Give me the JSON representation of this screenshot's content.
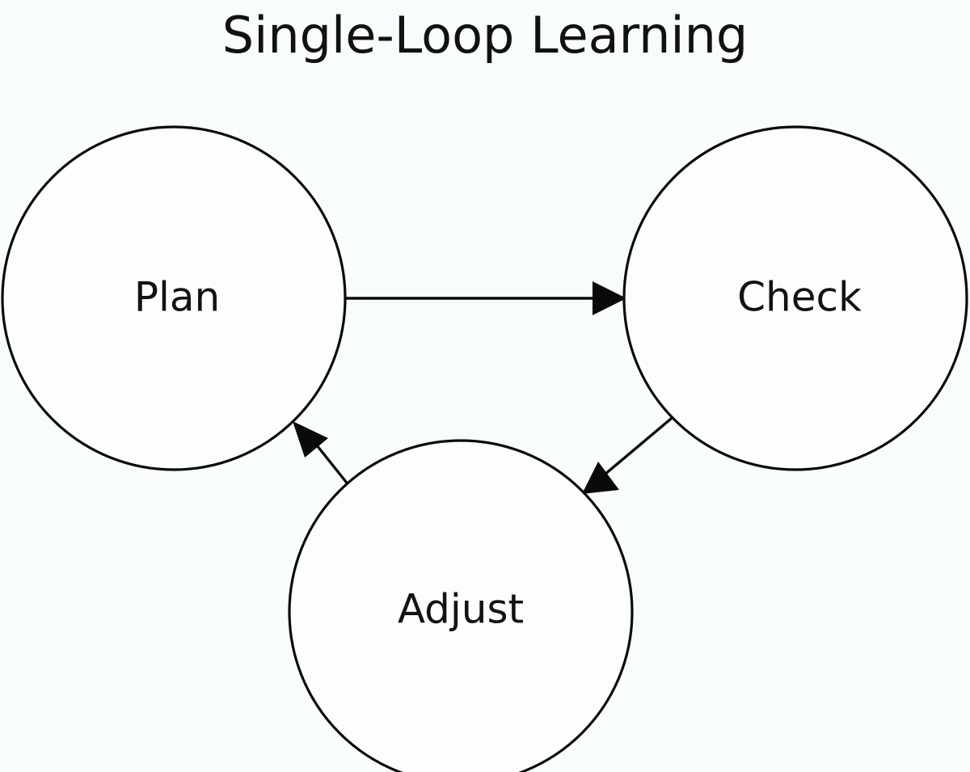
{
  "title": "Single-Loop Learning",
  "background_color": "#f8fcfa",
  "stroke_color": "#0a0a0a",
  "node_fill_color": "#fbfefc",
  "text_color": "#111111",
  "nodes": [
    {
      "id": "plan",
      "label": "Plan"
    },
    {
      "id": "check",
      "label": "Check"
    },
    {
      "id": "adjust",
      "label": "Adjust"
    }
  ],
  "edges": [
    {
      "id": "plan-to-check",
      "from": "Plan",
      "to": "Check",
      "label": ""
    },
    {
      "id": "check-to-adjust",
      "from": "Check",
      "to": "Adjust",
      "label": ""
    },
    {
      "id": "adjust-to-plan",
      "from": "Adjust",
      "to": "Plan",
      "label": ""
    }
  ]
}
